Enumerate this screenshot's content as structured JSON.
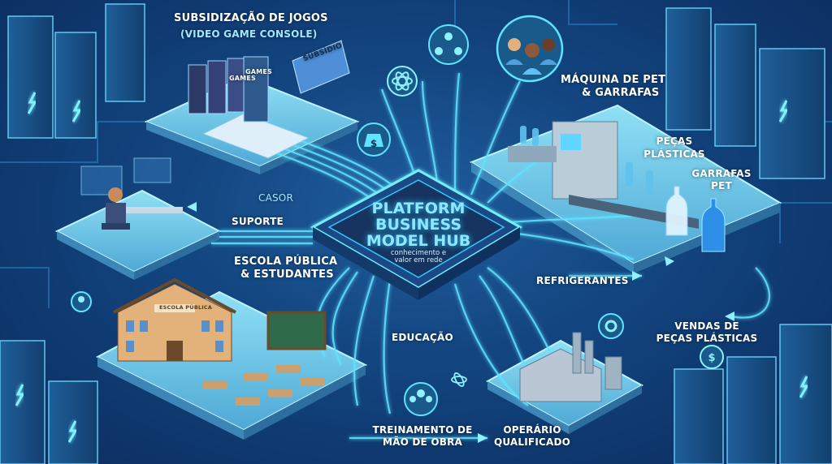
{
  "hub": {
    "title_line1": "PLATFORM",
    "title_line2": "BUSINESS",
    "title_line3": "MODEL HUB",
    "subtitle_line1": "conhecimento e",
    "subtitle_line2": "valor em rede"
  },
  "nodes": {
    "games": {
      "title": "SUBSIDIZAÇÃO DE JOGOS",
      "subtitle": "(VIDEO GAME CONSOLE)",
      "card_label": "SUBSÍDIO",
      "box_label_1": "GAMES",
      "box_label_2": "GAMES"
    },
    "pet_machine": {
      "title_line1": "MÁQUINA DE PET",
      "title_line2": "& GARRAFAS"
    },
    "plastic_parts": {
      "line1": "PEÇAS",
      "line2": "PLÁSTICAS"
    },
    "pet_bottles": {
      "line1": "GARRAFAS",
      "line2": "PET"
    },
    "support": {
      "casor": "CASOR",
      "suporte": "SUPORTE"
    },
    "school": {
      "line1": "ESCOLA PÚBLICA",
      "line2": "& ESTUDANTES",
      "sign": "ESCOLA PÚBLICA"
    },
    "refrigerantes": "REFRIGERANTES",
    "plastic_sales": {
      "line1": "VENDAS DE",
      "line2": "PEÇAS PLÁSTICAS"
    },
    "education": "EDUCAÇÃO",
    "training": {
      "line1": "TREINAMENTO DE",
      "line2": "MÃO DE OBRA"
    },
    "worker": {
      "line1": "OPERÁRIO",
      "line2": "QUALIFICADO"
    }
  },
  "icons": [
    "dollar-bag-icon",
    "atom-icon",
    "network-people-icon",
    "people-group-icon",
    "server-rack-icon",
    "gear-icon",
    "dollar-coin-icon",
    "worker-icon"
  ],
  "colors": {
    "background": "#134681",
    "platform": "#7fd7f0",
    "glow": "#2ec9ff",
    "flow_line": "#5fe3ff",
    "hub": "#17335f"
  }
}
